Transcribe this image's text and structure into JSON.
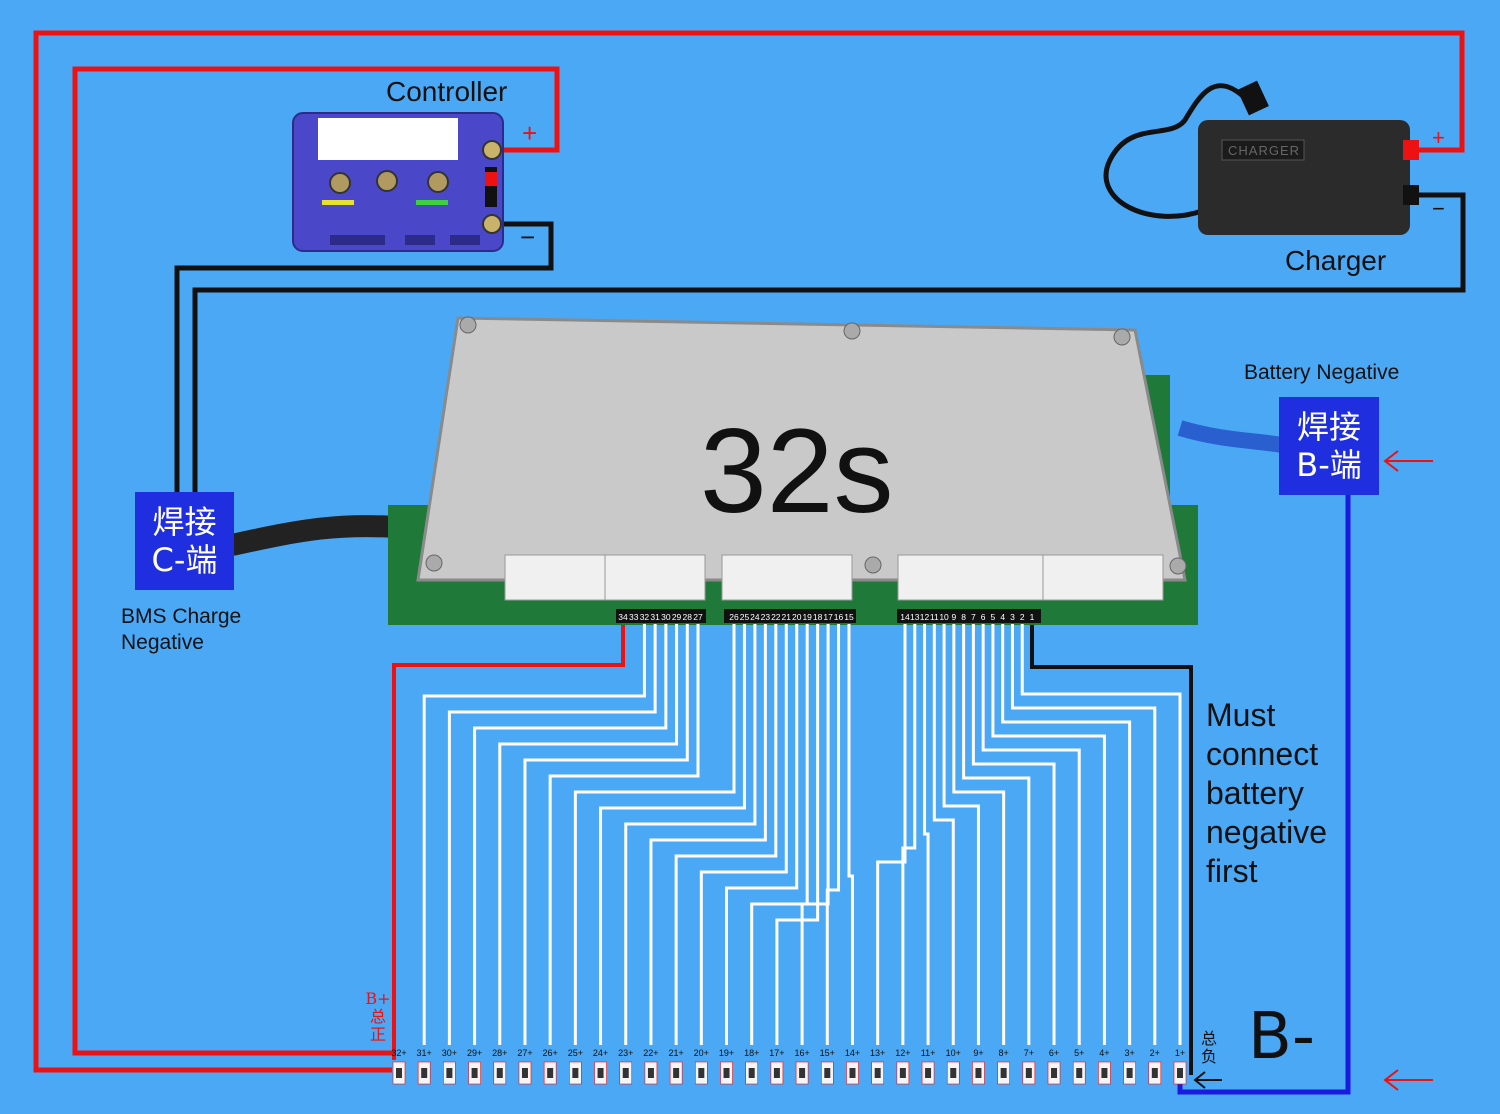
{
  "controller": {
    "label": "Controller",
    "plus": "+",
    "minus": "−"
  },
  "charger": {
    "label": "Charger",
    "brand": "CHARGER",
    "plus": "+",
    "minus": "−"
  },
  "bms": {
    "title": "32s"
  },
  "battery_negative": {
    "label": "Battery Negative",
    "tag_line1": "焊接",
    "tag_line2": "B-端"
  },
  "bms_charge": {
    "tag_line1": "焊接",
    "tag_line2": "C-端",
    "label_line1": "BMS Charge",
    "label_line2": "Negative"
  },
  "note": {
    "lines": [
      "Must",
      "connect",
      "battery",
      "negative",
      "first"
    ]
  },
  "b_minus": "B-",
  "b_plus_total": {
    "line1": "B+",
    "line2": "总",
    "line3": "正"
  },
  "total_negative": {
    "line1": "总",
    "line2": "负"
  },
  "header_pins_left": [
    "34",
    "33",
    "32",
    "31",
    "30",
    "29",
    "28",
    "27"
  ],
  "header_pins_mid": [
    "26",
    "25",
    "24",
    "23",
    "22",
    "21",
    "20",
    "19",
    "18",
    "17",
    "16",
    "15"
  ],
  "header_pins_right": [
    "14",
    "13",
    "12",
    "11",
    "10",
    "9",
    "8",
    "7",
    "6",
    "5",
    "4",
    "3",
    "2",
    "1"
  ],
  "cell_labels": [
    "32+",
    "31+",
    "30+",
    "29+",
    "28+",
    "27+",
    "26+",
    "25+",
    "24+",
    "23+",
    "22+",
    "21+",
    "20+",
    "19+",
    "18+",
    "17+",
    "16+",
    "15+",
    "14+",
    "13+",
    "12+",
    "11+",
    "10+",
    "9+",
    "8+",
    "7+",
    "6+",
    "5+",
    "4+",
    "3+",
    "2+",
    "1+"
  ],
  "colors": {
    "background": "#4aa8f5",
    "positive_wire": "#ee1111",
    "negative_wire": "#111111",
    "b_minus_wire": "#1a1ae0",
    "tag": "#1f2fe0"
  }
}
